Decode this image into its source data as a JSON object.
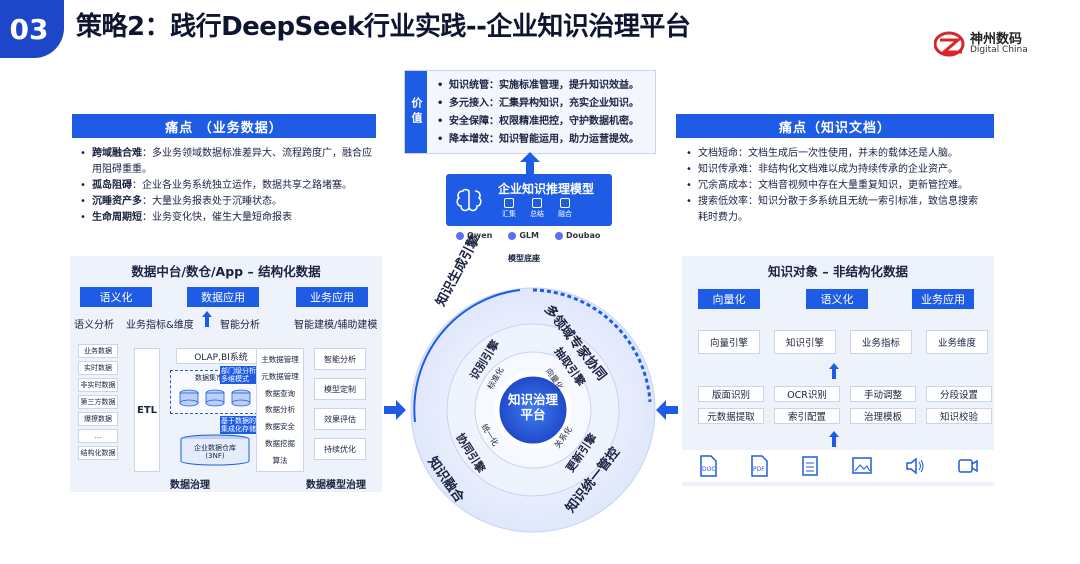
{
  "header": {
    "badge": "03",
    "title": "策略2：践行DeepSeek行业实践--企业知识治理平台"
  },
  "logo": {
    "name_cn": "神州数码",
    "name_en": "Digital China"
  },
  "value": {
    "label": "价值",
    "items": [
      {
        "k": "知识统管：",
        "v": "实施标准管理，提升知识效益。"
      },
      {
        "k": "多元接入：",
        "v": "汇集异构知识，充实企业知识。"
      },
      {
        "k": "安全保障：",
        "v": "权限精准把控，守护数据机密。"
      },
      {
        "k": "降本增效：",
        "v": "知识智能运用，助力运营提效。"
      }
    ]
  },
  "pain_left": {
    "title": "痛点  （业务数据）",
    "items": [
      {
        "k": "跨域融合难",
        "v": "：多业务领域数据标准差异大、流程跨度广，融合应用阻碍重重。"
      },
      {
        "k": "孤岛阻碍",
        "v": "：企业各业务系统独立运作，数据共享之路堵塞。"
      },
      {
        "k": "沉睡资产多",
        "v": "：大量业务报表处于沉睡状态。"
      },
      {
        "k": "生命周期短",
        "v": "：业务变化快，催生大量短命报表"
      }
    ]
  },
  "pain_right": {
    "title": "痛点（知识文档）",
    "items": [
      "文档短命：文档生成后一次性使用，并未的载体还是人脑。",
      "知识传承难：非结构化文档难以成为持续传承的企业资产。",
      "冗余高成本：文档音视频中存在大量重复知识，更新管控难。",
      "搜索低效率：知识分散于多系统且无统一索引标准，致信息搜索耗时费力。"
    ]
  },
  "model": {
    "title": "企业知识推理模型",
    "subs": [
      "汇集",
      "总结",
      "融合"
    ],
    "vendors": [
      "Qwen",
      "GLM",
      "Doubao"
    ],
    "base": "模型底座"
  },
  "left_panel": {
    "title": "数据中台/数仓/App – 结构化数据",
    "top_buttons": [
      "语义化",
      "数据应用",
      "业务应用"
    ],
    "top_labels": [
      "语义分析",
      "业务指标&维度",
      "智能分析",
      "智能建模/辅助建模"
    ],
    "sources": [
      "业务数据",
      "实时数据",
      "非实时数据",
      "第三方数据",
      "爆撩数据",
      "...",
      "结构化数据"
    ],
    "etl": "ETL",
    "olap": "OLAP,BI系统",
    "dept_note": "部门级分析\n多维模式",
    "mart": "数据集市",
    "share_note": "基于数据的\n集成化存储",
    "warehouse": "企业数据仓库\n(3NF)",
    "governance": [
      "主数据管理",
      "元数据管理",
      "数据查询",
      "数据分析",
      "数据安全",
      "数据挖掘",
      "算法"
    ],
    "model_gov": [
      "智能分析",
      "模型定制",
      "效果评估",
      "持续优化"
    ],
    "foot_left": "数据治理",
    "foot_right": "数据模型治理"
  },
  "right_panel": {
    "title": "知识对象 – 非结构化数据",
    "top_buttons": [
      "向量化",
      "语义化",
      "业务应用"
    ],
    "row1": [
      "向量引擎",
      "知识引擎",
      "业务指标",
      "业务维度"
    ],
    "row2": [
      "版面识别",
      "OCR识别",
      "手动调整",
      "分段设置"
    ],
    "row3": [
      "元数据提取",
      "索引配置",
      "治理模板",
      "知识校验"
    ],
    "files": [
      "doc-icon",
      "pdf-icon",
      "spreadsheet-icon",
      "image-icon",
      "audio-icon",
      "video-icon"
    ]
  },
  "circle": {
    "center": "知识治理\n平台",
    "outer": [
      "知识生成引擎",
      "多领域专家协同",
      "知识统一管控",
      "知识融合"
    ],
    "middle": [
      "识别引擎",
      "抽取引擎",
      "更新引擎",
      "协同引擎"
    ],
    "inner": [
      "标准化",
      "向量化",
      "关系化",
      "统一化"
    ]
  },
  "colors": {
    "primary": "#1e5ce6",
    "dark": "#1d46c8",
    "panel": "#eef2fb"
  }
}
